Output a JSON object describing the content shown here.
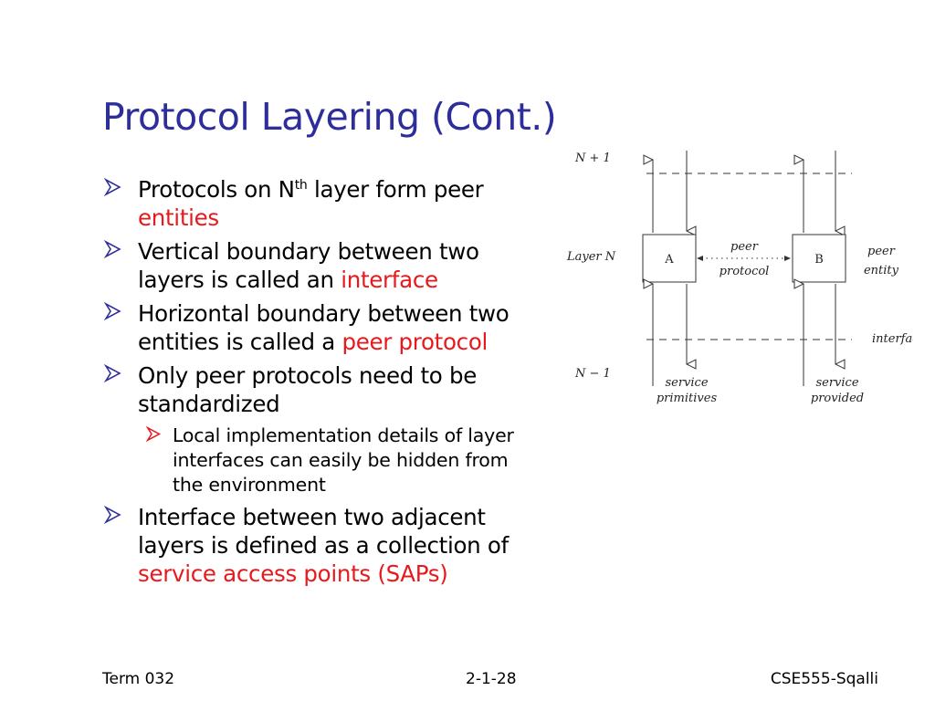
{
  "slide": {
    "title": "Protocol Layering (Cont.)",
    "bullets": {
      "b1_pre": "Protocols on N",
      "b1_sup": "th",
      "b1_mid": " layer form peer ",
      "b1_red": "entities",
      "b2_pre": "Vertical boundary between two layers is called an ",
      "b2_red": "interface",
      "b3_pre": "Horizontal boundary between two entities is called a ",
      "b3_red": "peer protocol",
      "b4": "Only peer protocols need to be standardized",
      "b4_sub": "Local implementation details of layer interfaces can easily be hidden from the environment",
      "b5_pre": "Interface between two adjacent layers is defined as a collection of ",
      "b5_red": "service access points (SAPs)"
    }
  },
  "diagram": {
    "label_n_plus_1": "N + 1",
    "label_layer_n": "Layer N",
    "label_n_minus_1": "N − 1",
    "box_a": "A",
    "box_b": "B",
    "peer_line1": "peer",
    "peer_line2": "protocol",
    "entity_line1": "peer",
    "entity_line2": "entity",
    "interface": "interface",
    "sp_line1": "service",
    "sp_line2": "primitives",
    "sv_line1": "service",
    "sv_line2": "provided"
  },
  "footer": {
    "left": "Term 032",
    "center": "2-1-28",
    "right": "CSE555-Sqalli"
  },
  "colors": {
    "title": "#2e2e9a",
    "highlight": "#e8191c",
    "bullet_arrow": "#2e2e9a",
    "sub_arrow": "#e8191c"
  },
  "icons": {
    "bullet": "arrowhead-outline-icon"
  }
}
